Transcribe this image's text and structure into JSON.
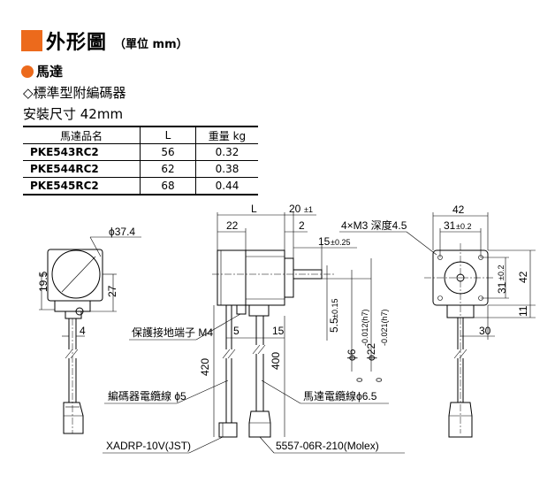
{
  "header": {
    "title": "外形圖",
    "unit": "（單位 mm）"
  },
  "section": {
    "motor_label": "馬達",
    "standard_label": "◇標準型附編碼器",
    "mount_size": "安裝尺寸 42mm"
  },
  "table": {
    "headers": [
      "馬達品名",
      "L",
      "重量 kg"
    ],
    "rows": [
      [
        "PKE543RC2",
        "56",
        "0.32"
      ],
      [
        "PKE544RC2",
        "62",
        "0.38"
      ],
      [
        "PKE545RC2",
        "68",
        "0.44"
      ]
    ]
  },
  "drawing": {
    "dims": {
      "phi37": "ϕ37.4",
      "d195": "19.5",
      "d27": "27",
      "d4": "4",
      "dL": "L",
      "d22": "22",
      "d20": "20",
      "d20tol": "±1",
      "d2": "2",
      "d15": "15",
      "d15tol": "±0.25",
      "d5": "5",
      "d15b": "15",
      "d55": "5.5",
      "d55tol": "±0.15",
      "phi6": "ϕ6",
      "phi6tol": "-0.012(h7)",
      "phi6tol0": "0",
      "phi22": "ϕ22",
      "phi22tol": "-0.021(h7)",
      "phi22tol0": "0",
      "d420": "420",
      "d400": "400",
      "d42top": "42",
      "d31top": "31",
      "d31toptol": "±0.2",
      "d31side": "31",
      "d31sidetol": "±0.2",
      "d42side": "42",
      "d11": "11",
      "d30": "30"
    },
    "labels": {
      "screw": "4×M3 深度4.5",
      "ground": "保護接地端子 M4",
      "enc_cable": "編碼器電纜線 ϕ5",
      "motor_cable": "馬達電纜線ϕ6.5",
      "conn1": "XADRP-10V(JST)",
      "conn2": "5557-06R-210(Molex)"
    }
  },
  "colors": {
    "accent": "#ec6a1c"
  }
}
